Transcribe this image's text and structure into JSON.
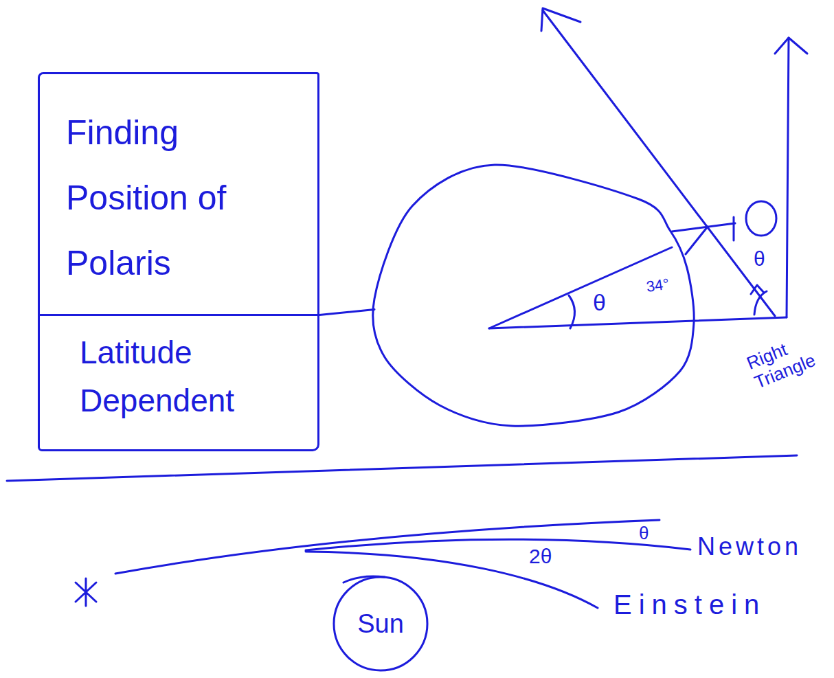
{
  "diagram": {
    "nodes": [
      {
        "text": [
          "Finding Position of Polaris",
          "Latitude Dependent"
        ]
      },
      {
        "text": [
          "θ",
          "34°"
        ]
      },
      {
        "text": [
          "Sun"
        ]
      }
    ],
    "edges": [
      {
        "from": 0,
        "to": 1,
        "arrow": "none"
      }
    ],
    "labels": [
      "θ",
      "Right Triangle",
      "θ",
      "Newton",
      "2θ",
      "Einstein"
    ]
  }
}
